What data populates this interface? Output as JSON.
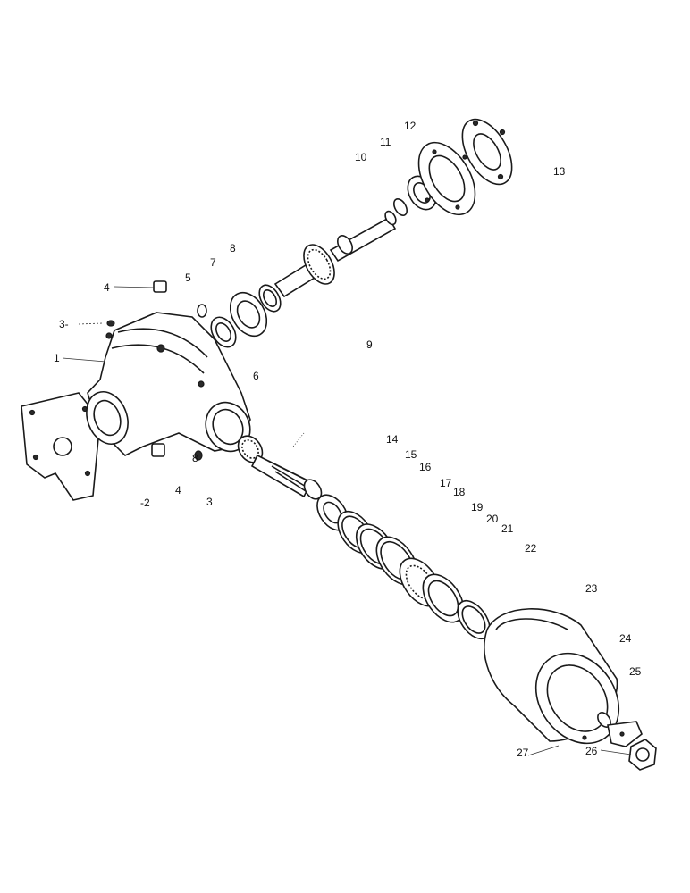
{
  "labels": {
    "l1": "1",
    "l2": "-2",
    "l3a": "3-",
    "l3b": "3",
    "l4a": "4",
    "l4b": "4",
    "l5": "5",
    "l6": "6",
    "l7": "7",
    "l8a": "8",
    "l8b": "8",
    "l9": "9",
    "l10": "10",
    "l11": "11",
    "l12": "12",
    "l13": "13",
    "l14": "14",
    "l15": "15",
    "l16": "16",
    "l17": "17",
    "l18": "18",
    "l19": "19",
    "l20": "20",
    "l21": "21",
    "l22": "22",
    "l23": "23",
    "l24": "24",
    "l25": "25",
    "l26": "26",
    "l27": "27"
  },
  "colors": {
    "ink": "#1a1a1a",
    "paper": "#ffffff"
  }
}
